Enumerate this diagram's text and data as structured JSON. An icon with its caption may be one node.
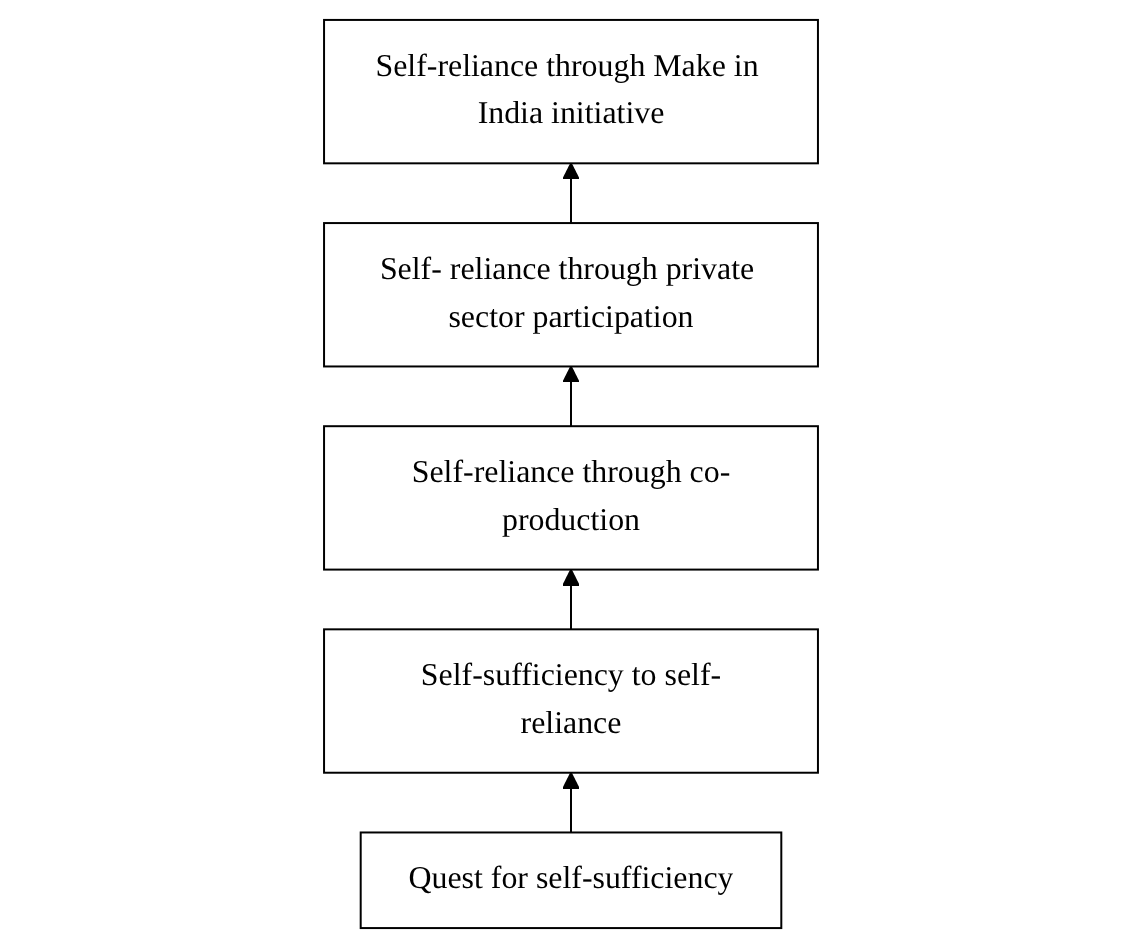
{
  "diagram": {
    "nodes": [
      {
        "text": [
          "Self-reliance through Make in India initiative"
        ]
      },
      {
        "text": [
          "Self- reliance through private sector participation"
        ]
      },
      {
        "text": [
          "Self-reliance through co-production"
        ]
      },
      {
        "text": [
          "Self-sufficiency to self-reliance"
        ]
      },
      {
        "text": [
          "Quest for self-sufficiency"
        ]
      }
    ],
    "edges": [
      {
        "from": 4,
        "to": 3,
        "arrow": "to"
      },
      {
        "from": 3,
        "to": 2,
        "arrow": "to"
      },
      {
        "from": 2,
        "to": 1,
        "arrow": "to"
      },
      {
        "from": 1,
        "to": 0,
        "arrow": "to"
      }
    ]
  }
}
